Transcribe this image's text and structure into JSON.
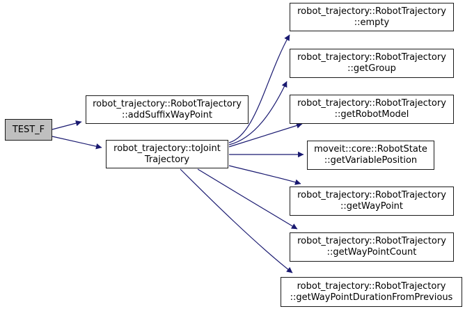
{
  "diagram": {
    "type": "call-graph",
    "description": "Doxygen call graph for TEST_F",
    "colors": {
      "edge": "#191970",
      "node_fill": "#ffffff",
      "node_border": "#1a1a1a",
      "root_fill": "#bfbfbf",
      "text": "#000000",
      "bg": "#ffffff"
    },
    "nodes": [
      {
        "id": "TEST_F",
        "lines": [
          "TEST_F"
        ],
        "kind": "root"
      },
      {
        "id": "addSuffixWayPoint",
        "lines": [
          "robot_trajectory::RobotTrajectory",
          "::addSuffixWayPoint"
        ],
        "kind": "function"
      },
      {
        "id": "toJointTrajectory",
        "lines": [
          "robot_trajectory::toJoint",
          "Trajectory"
        ],
        "kind": "function"
      },
      {
        "id": "empty",
        "lines": [
          "robot_trajectory::RobotTrajectory",
          "::empty"
        ],
        "kind": "function"
      },
      {
        "id": "getGroup",
        "lines": [
          "robot_trajectory::RobotTrajectory",
          "::getGroup"
        ],
        "kind": "function"
      },
      {
        "id": "getRobotModel",
        "lines": [
          "robot_trajectory::RobotTrajectory",
          "::getRobotModel"
        ],
        "kind": "function"
      },
      {
        "id": "getVariablePosition",
        "lines": [
          "moveit::core::RobotState",
          "::getVariablePosition"
        ],
        "kind": "function"
      },
      {
        "id": "getWayPoint",
        "lines": [
          "robot_trajectory::RobotTrajectory",
          "::getWayPoint"
        ],
        "kind": "function"
      },
      {
        "id": "getWayPointCount",
        "lines": [
          "robot_trajectory::RobotTrajectory",
          "::getWayPointCount"
        ],
        "kind": "function"
      },
      {
        "id": "getWayPointDurationFromPrevious",
        "lines": [
          "robot_trajectory::RobotTrajectory",
          "::getWayPointDurationFromPrevious"
        ],
        "kind": "function"
      }
    ],
    "edges": [
      {
        "from": "TEST_F",
        "to": "addSuffixWayPoint"
      },
      {
        "from": "TEST_F",
        "to": "toJointTrajectory"
      },
      {
        "from": "toJointTrajectory",
        "to": "empty"
      },
      {
        "from": "toJointTrajectory",
        "to": "getGroup"
      },
      {
        "from": "toJointTrajectory",
        "to": "getRobotModel"
      },
      {
        "from": "toJointTrajectory",
        "to": "getVariablePosition"
      },
      {
        "from": "toJointTrajectory",
        "to": "getWayPoint"
      },
      {
        "from": "toJointTrajectory",
        "to": "getWayPointCount"
      },
      {
        "from": "toJointTrajectory",
        "to": "getWayPointDurationFromPrevious"
      }
    ]
  }
}
